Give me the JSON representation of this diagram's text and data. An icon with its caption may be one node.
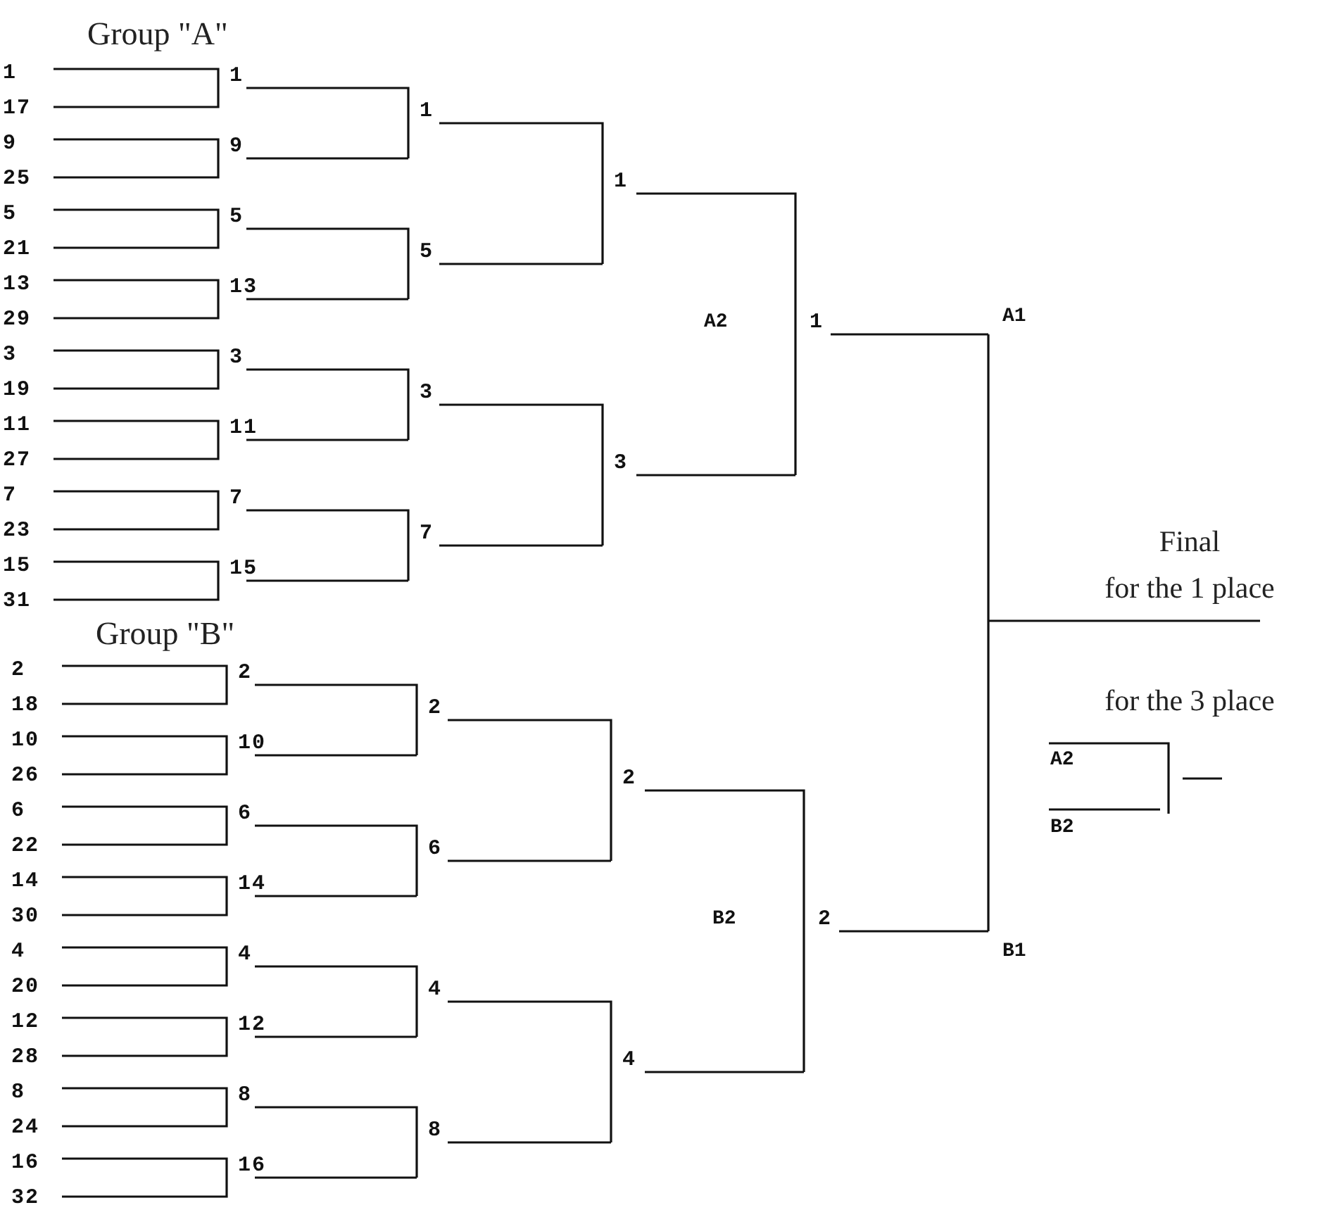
{
  "diagram": {
    "labels": [
      "Group \"A\"",
      "1",
      "17",
      "9",
      "25",
      "5",
      "21",
      "13",
      "29",
      "3",
      "19",
      "11",
      "27",
      "7",
      "23",
      "15",
      "31",
      "1",
      "9",
      "5",
      "13",
      "3",
      "11",
      "7",
      "15",
      "1",
      "5",
      "3",
      "7",
      "1",
      "3",
      "A2",
      "1",
      "A1",
      "Final",
      "for the 1 place",
      "Group \"B\"",
      "2",
      "18",
      "10",
      "26",
      "6",
      "22",
      "14",
      "30",
      "4",
      "20",
      "12",
      "28",
      "8",
      "24",
      "16",
      "32",
      "2",
      "10",
      "6",
      "14",
      "4",
      "12",
      "8",
      "16",
      "2",
      "6",
      "4",
      "8",
      "2",
      "4",
      "B2",
      "2",
      "B1",
      "for the 3 place",
      "A2",
      "B2"
    ]
  }
}
